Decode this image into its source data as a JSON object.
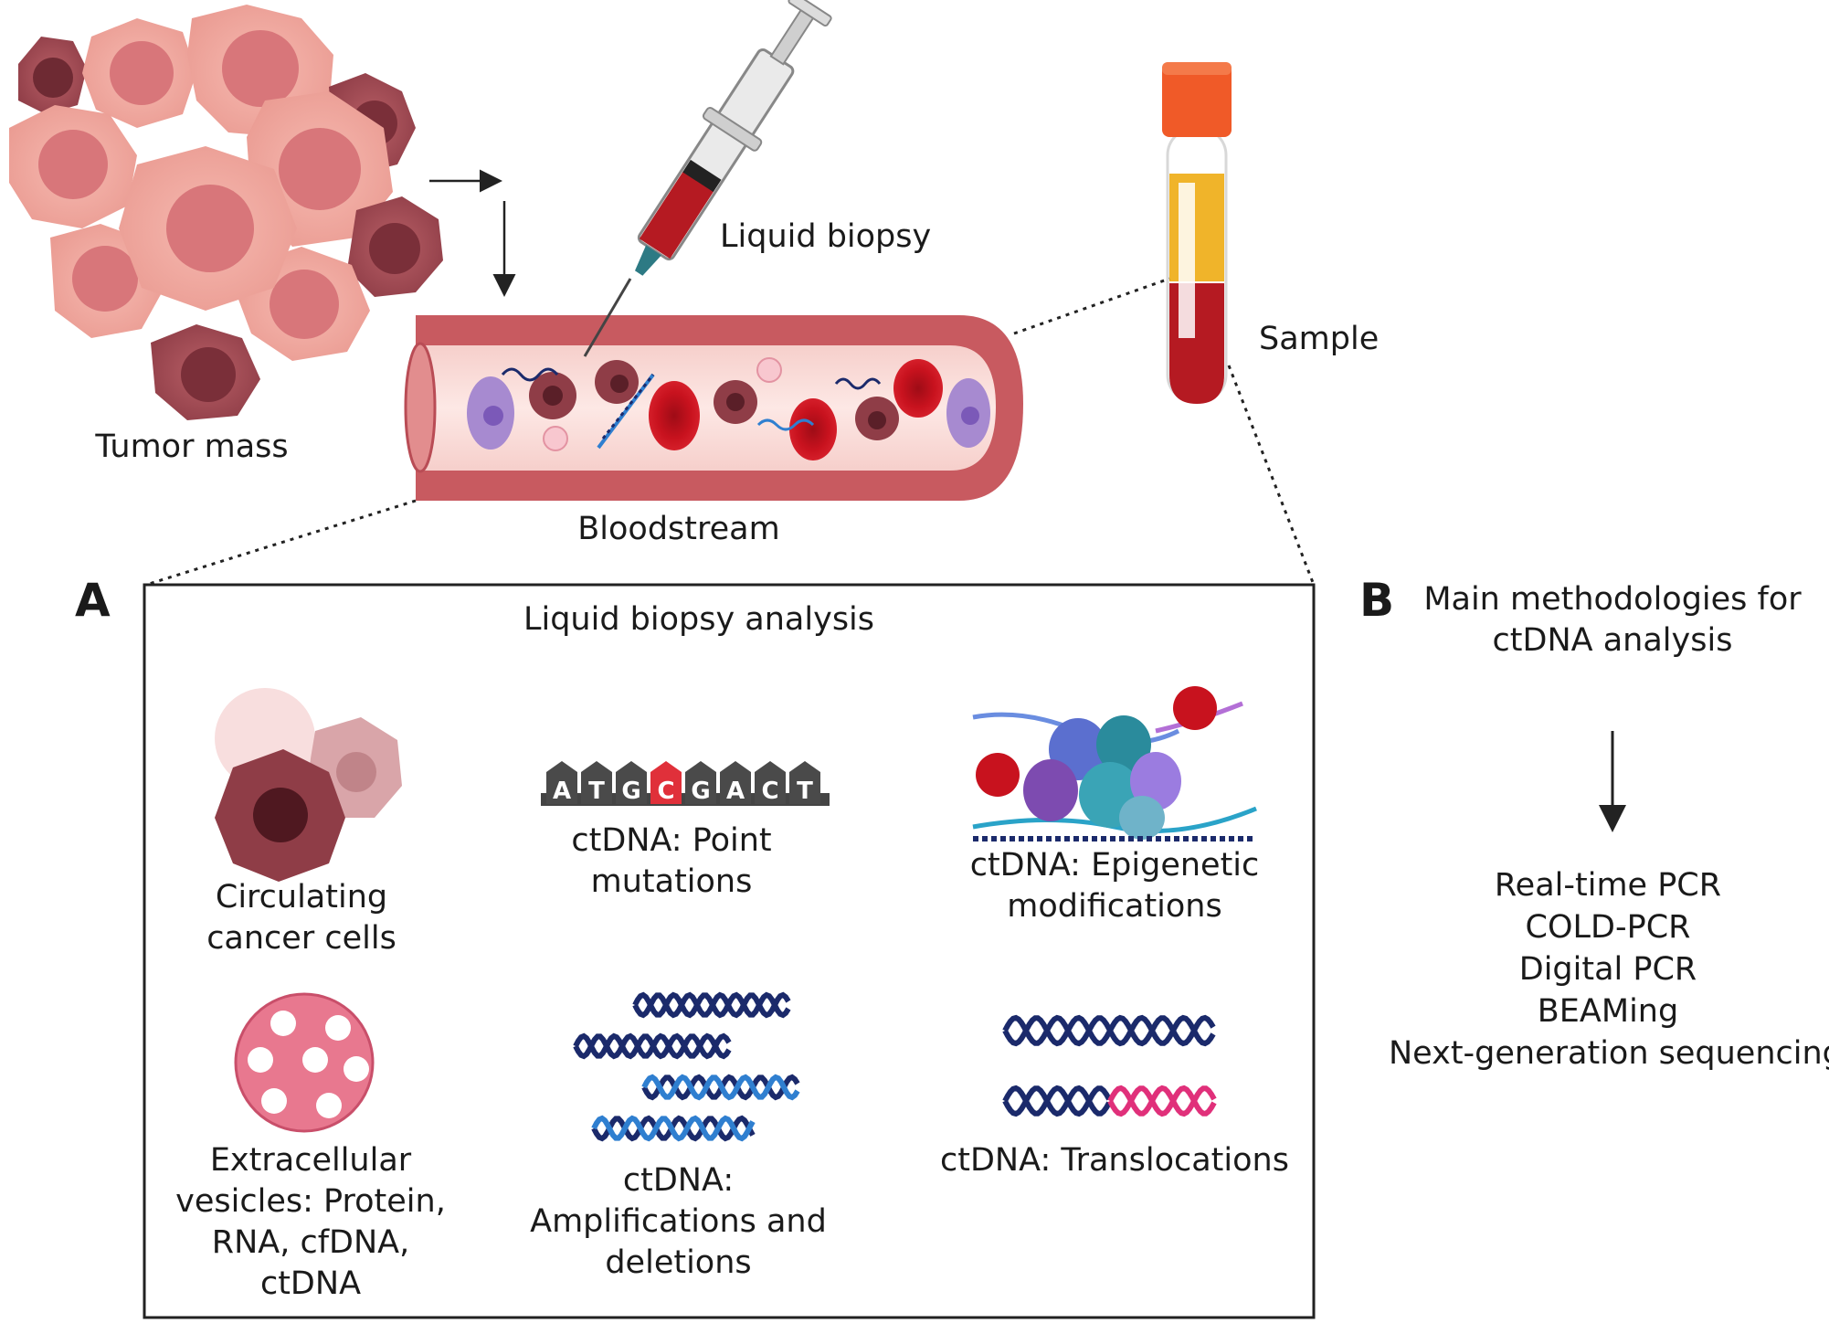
{
  "labels": {
    "tumor_mass": "Tumor mass",
    "liquid_biopsy": "Liquid biopsy",
    "sample": "Sample",
    "bloodstream": "Bloodstream"
  },
  "panel_a": {
    "letter": "A",
    "title": "Liquid biopsy analysis",
    "items": [
      {
        "label": "Circulating\ncancer cells"
      },
      {
        "label": "ctDNA: Point\nmutations",
        "bases": [
          "A",
          "T",
          "G",
          "C",
          "G",
          "A",
          "C",
          "T"
        ]
      },
      {
        "label": "ctDNA: Epigenetic\nmodifications"
      },
      {
        "label": "Extracellular\nvesicles: Protein,\nRNA, cfDNA,\nctDNA"
      },
      {
        "label": "ctDNA:\nAmplifications and\ndeletions"
      },
      {
        "label": "ctDNA: Translocations"
      }
    ]
  },
  "panel_b": {
    "letter": "B",
    "title": "Main methodologies for\nctDNA analysis",
    "methods": [
      "Real-time PCR",
      "COLD-PCR",
      "Digital PCR",
      "BEAMing",
      "Next-generation sequencing"
    ]
  },
  "colors": {
    "tumor_light": "#f0a9a0",
    "tumor_dark": "#a8505a",
    "vessel_wall": "#c85a60",
    "vessel_lumen": "#fbe2df",
    "rbc": "#c8121e",
    "plasma": "#f0b42a",
    "cap": "#f05a28",
    "dna_dark": "#1b2a6b",
    "dna_blue": "#2f7fd0",
    "dna_pink": "#e0307a"
  }
}
